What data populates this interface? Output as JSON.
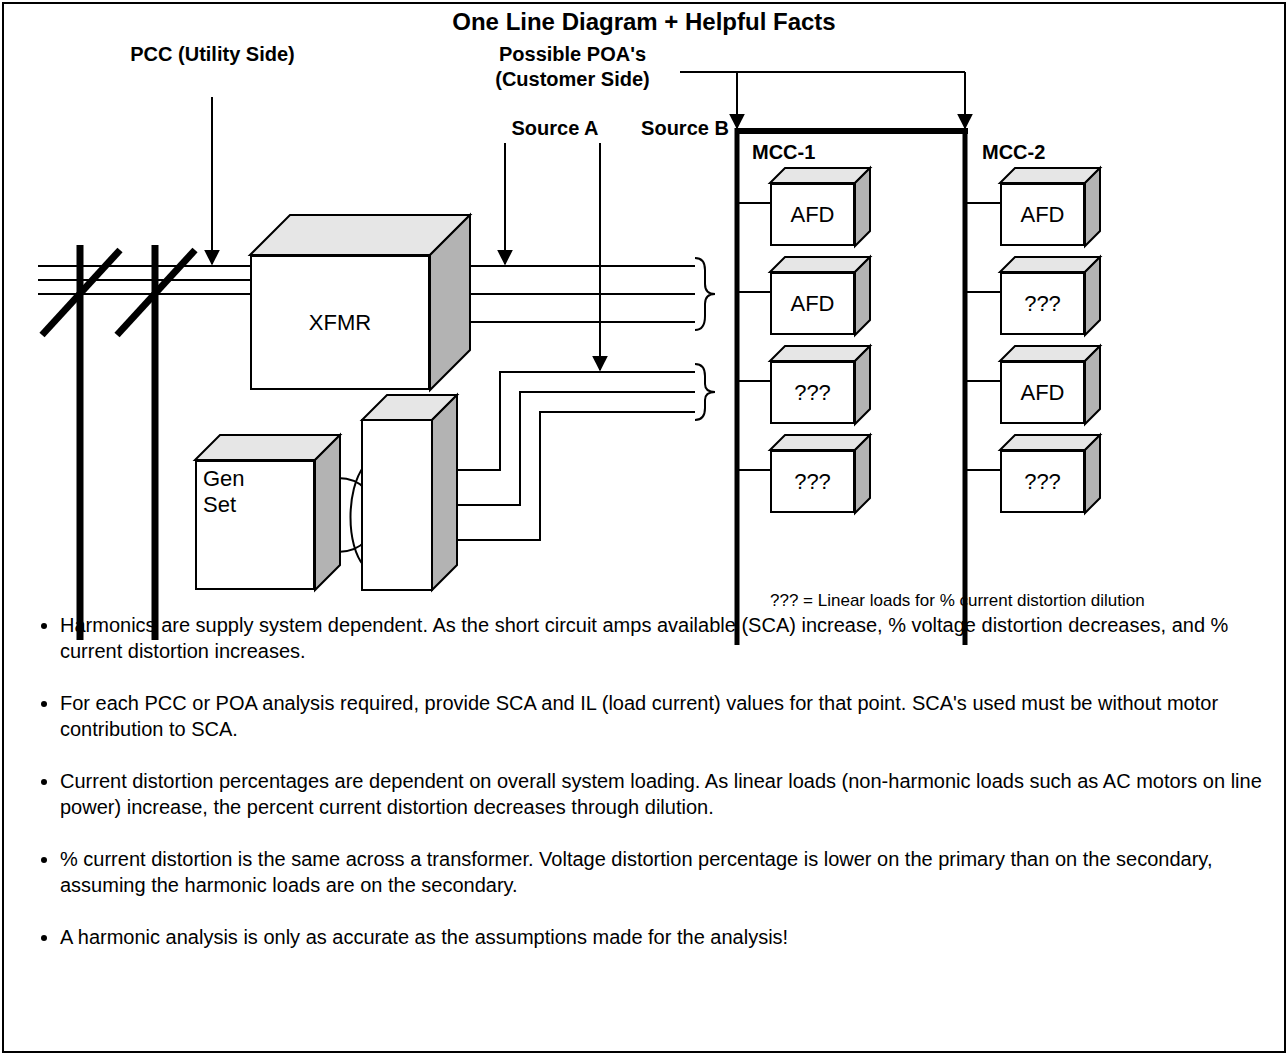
{
  "diagram": {
    "title": "One Line Diagram + Helpful Facts",
    "nodes": [
      {
        "text": [
          "XFMR"
        ]
      },
      {
        "text": [
          "Gen Set"
        ]
      },
      {
        "text": [
          "AFD"
        ]
      },
      {
        "text": [
          "AFD"
        ]
      },
      {
        "text": [
          "???"
        ]
      },
      {
        "text": [
          "???"
        ]
      },
      {
        "text": [
          "AFD"
        ]
      },
      {
        "text": [
          "???"
        ]
      },
      {
        "text": [
          "AFD"
        ]
      },
      {
        "text": [
          "???"
        ]
      }
    ],
    "labels": [
      "PCC (Utility Side)",
      "Possible POA's (Customer Side)",
      "Source A",
      "Source B",
      "MCC-1",
      "MCC-2",
      "??? = Linear loads for % current distortion dilution",
      "Harmonics are supply system dependent. As the short circuit amps available (SCA) increase, % voltage distortion decreases, and % current distortion increases.",
      "For each PCC or POA analysis required, provide SCA and IL (load current) values for that point. SCA's used must be without motor contribution to SCA.",
      "Current distortion percentages are dependent on overall system loading. As linear loads (non-harmonic loads such as AC motors on line power) increase, the percent current distortion decreases through dilution.",
      "% current distortion is the same across a transformer. Voltage distortion percentage is lower on the primary than on the secondary, assuming the harmonic loads are on the secondary.",
      "A harmonic analysis is only as accurate as the assumptions made for the analysis!"
    ]
  }
}
